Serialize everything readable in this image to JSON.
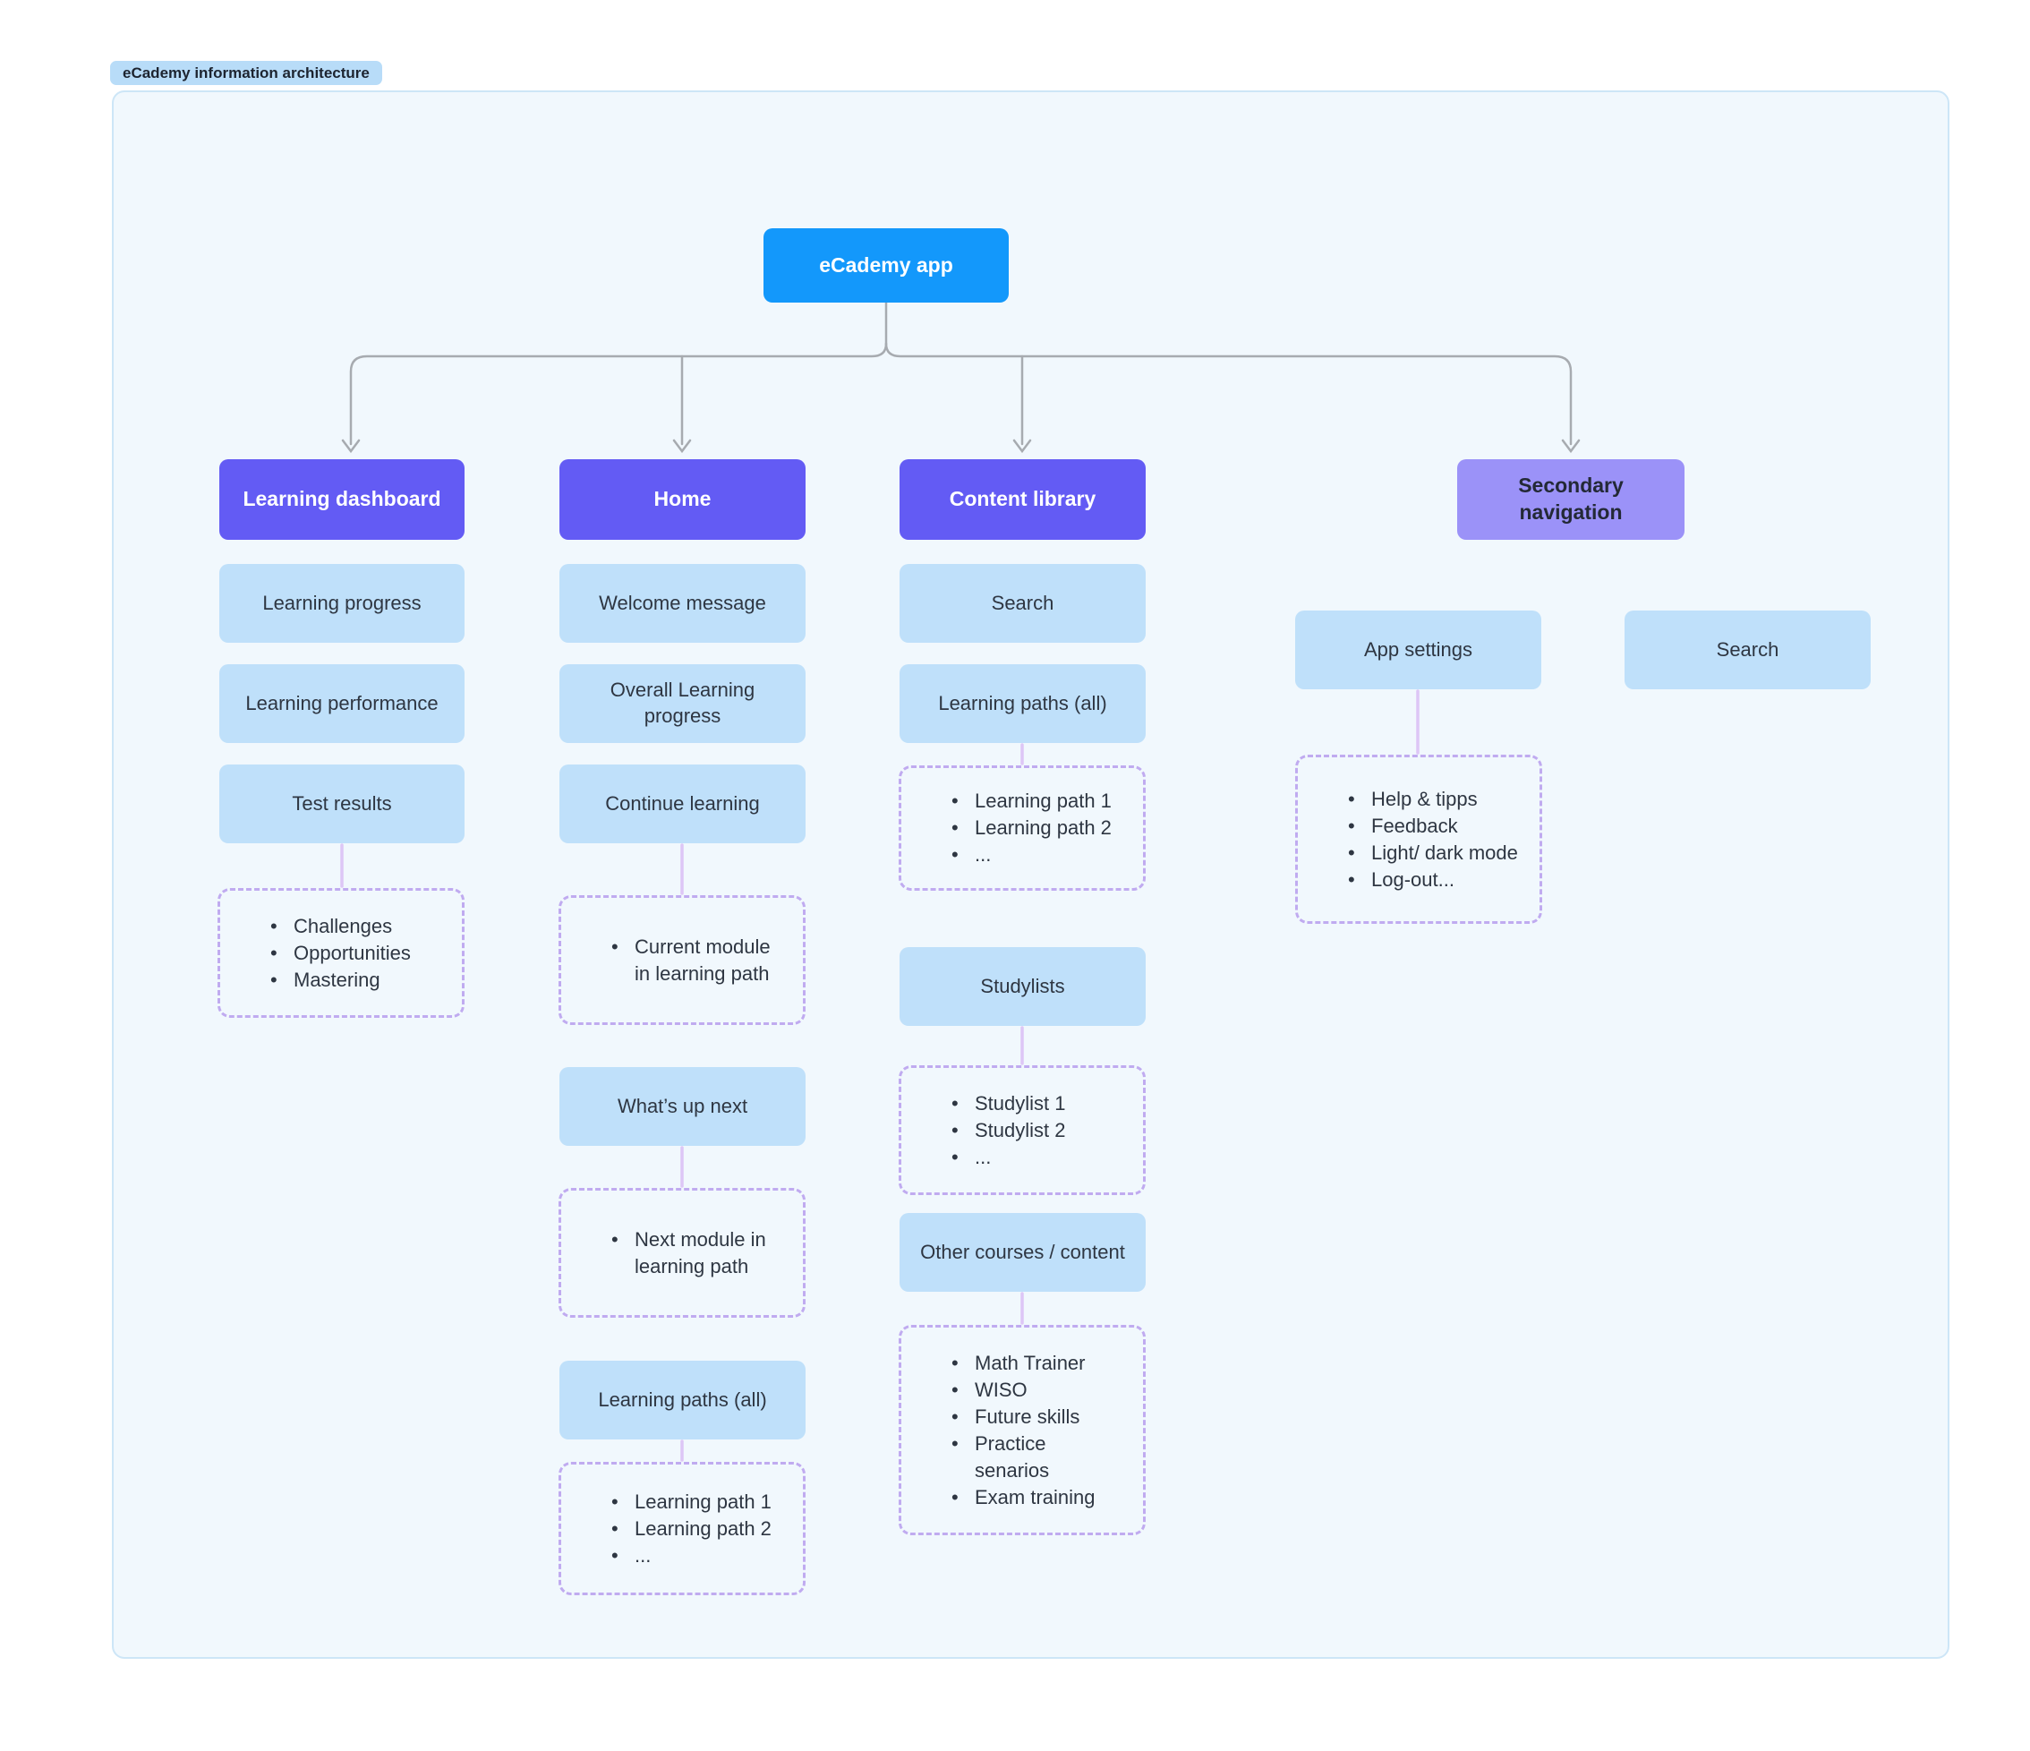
{
  "badge": "eCademy information architecture",
  "root_label": "eCademy app",
  "dashboard": {
    "header": "Learning dashboard",
    "box1": "Learning progress",
    "box2": "Learning performance",
    "box3": "Test results",
    "list": [
      "Challenges",
      "Opportunities",
      "Mastering"
    ]
  },
  "home": {
    "header": "Home",
    "box1": "Welcome message",
    "box2": "Overall Learning progress",
    "box3": "Continue learning",
    "list1": [
      "Current module in learning path"
    ],
    "box4": "What’s up next",
    "list2": [
      "Next module in learning path"
    ],
    "box5": "Learning paths (all)",
    "list3": [
      "Learning path 1",
      "Learning path 2",
      "..."
    ]
  },
  "content": {
    "header": "Content library",
    "box1": "Search",
    "box2": "Learning paths (all)",
    "list1": [
      "Learning path 1",
      "Learning path 2",
      "..."
    ],
    "box3": "Studylists",
    "list2": [
      "Studylist 1",
      "Studylist 2",
      "..."
    ],
    "box4": "Other courses / content",
    "list3": [
      "Math Trainer",
      "WISO",
      "Future skills",
      "Practice senarios",
      "Exam training"
    ]
  },
  "secondary": {
    "header": "Secondary navigation",
    "box1": "App settings",
    "box2": "Search",
    "list1": [
      "Help & tipps",
      "Feedback",
      "Light/ dark mode",
      "Log-out..."
    ]
  },
  "colors": {
    "root_blue": "#1398fb",
    "header_purple": "#635bf4",
    "header_light_purple": "#9b92f8",
    "node_light_blue": "#bfe0fa",
    "dashed_border": "#c0abf0",
    "lavender_connector": "#ddc6f6",
    "tree_connector_gray": "#a7abb0",
    "board_background": "#f1f8fd",
    "board_border": "#cde6f7",
    "text_dark": "#2e3642"
  }
}
